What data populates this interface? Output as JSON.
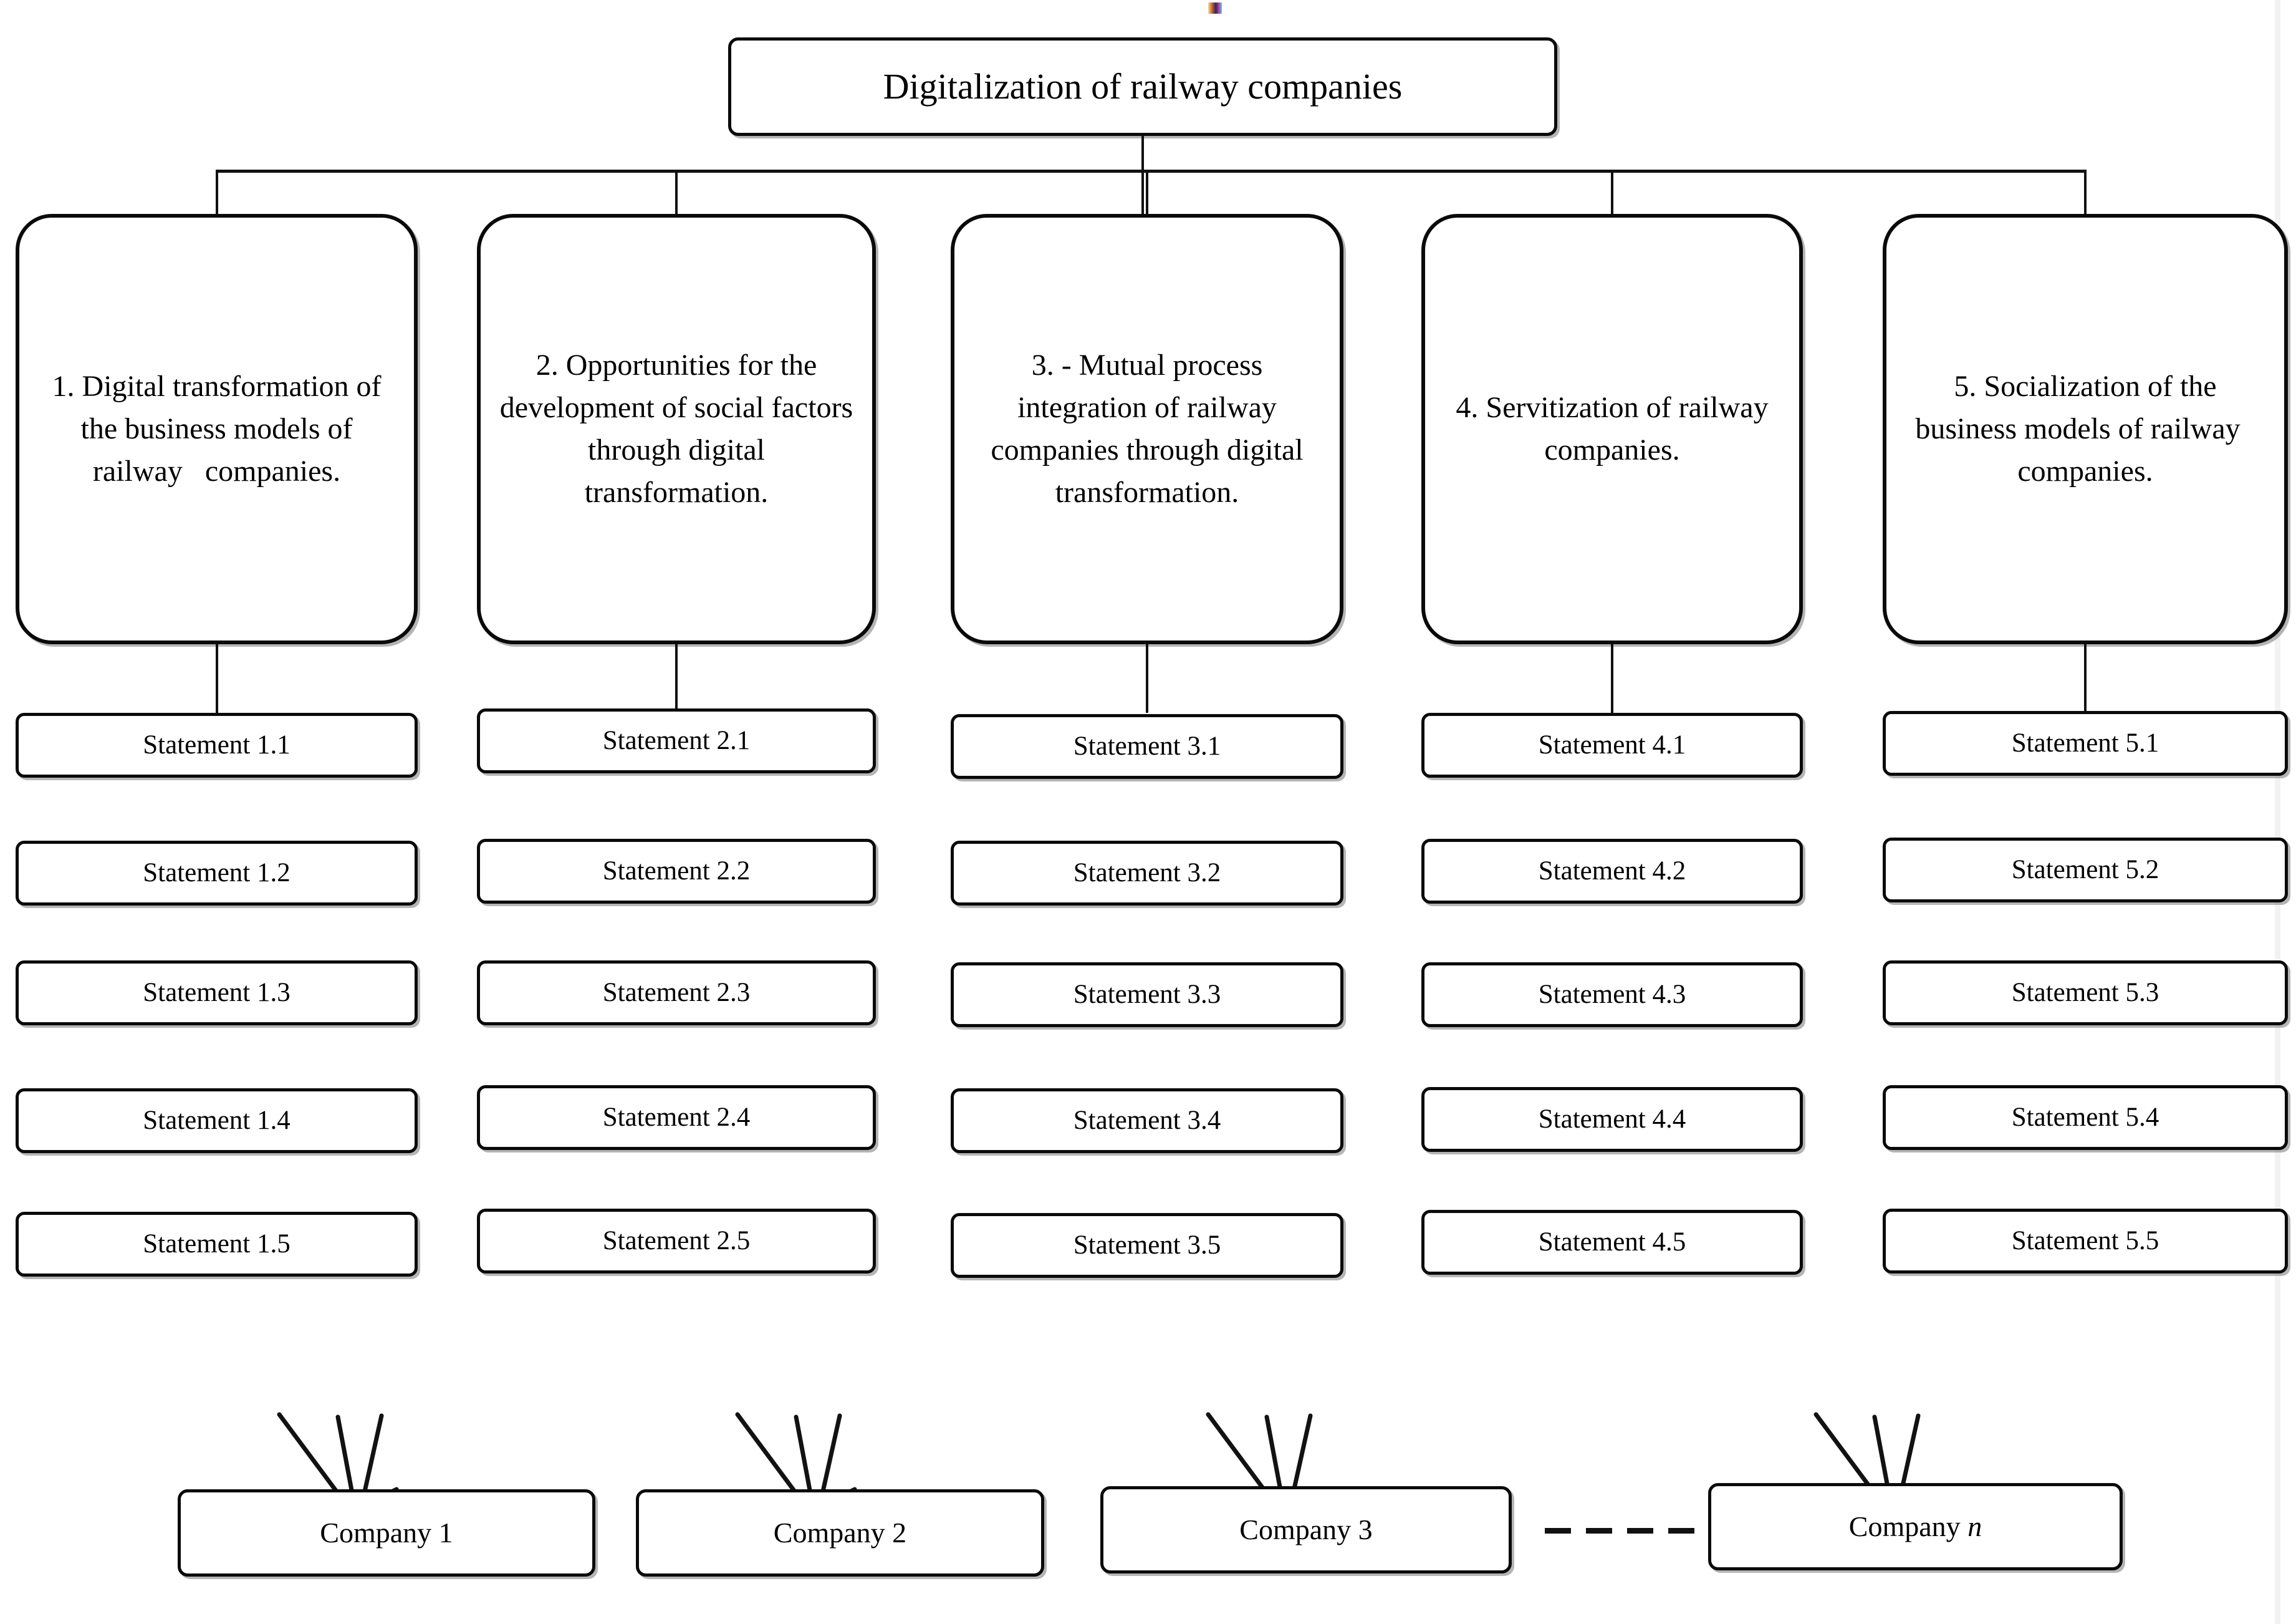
{
  "diagram": {
    "title_box": {
      "label": "Digitalization of railway companies"
    },
    "categories": [
      {
        "id": 1,
        "label": "1. Digital transformation of the business models of railway \ncompanies."
      },
      {
        "id": 2,
        "label": "2. Opportunities for the development of social factors through digital transformation."
      },
      {
        "id": 3,
        "label": "3. - Mutual process integration of railway companies through digital transformation."
      },
      {
        "id": 4,
        "label": "4. Servitization of railway companies."
      },
      {
        "id": 5,
        "label": "5. Socialization of the business models of railway \ncompanies."
      }
    ],
    "statement_columns": [
      {
        "column": 1,
        "items": [
          "Statement 1.1",
          "Statement 1.2",
          "Statement 1.3",
          "Statement 1.4",
          "Statement 1.5"
        ]
      },
      {
        "column": 2,
        "items": [
          "Statement 2.1",
          "Statement 2.2",
          "Statement 2.3",
          "Statement 2.4",
          "Statement 2.5"
        ]
      },
      {
        "column": 3,
        "items": [
          "Statement 3.1",
          "Statement 3.2",
          "Statement 3.3",
          "Statement 3.4",
          "Statement 3.5"
        ]
      },
      {
        "column": 4,
        "items": [
          "Statement 4.1",
          "Statement 4.2",
          "Statement 4.3",
          "Statement 4.4",
          "Statement 4.5"
        ]
      },
      {
        "column": 5,
        "items": [
          "Statement 5.1",
          "Statement 5.2",
          "Statement 5.3",
          "Statement 5.4",
          "Statement 5.5"
        ]
      }
    ],
    "companies": [
      {
        "label": "Company 1"
      },
      {
        "label": "Company 2"
      },
      {
        "label": "Company 3"
      },
      {
        "label_prefix": "Company ",
        "label_italic": "n"
      }
    ],
    "colors": {
      "stroke": "#0a0a0a",
      "connector": "#111111",
      "background": "#ffffff",
      "shadow": "rgba(120,120,120,0.55)"
    }
  }
}
